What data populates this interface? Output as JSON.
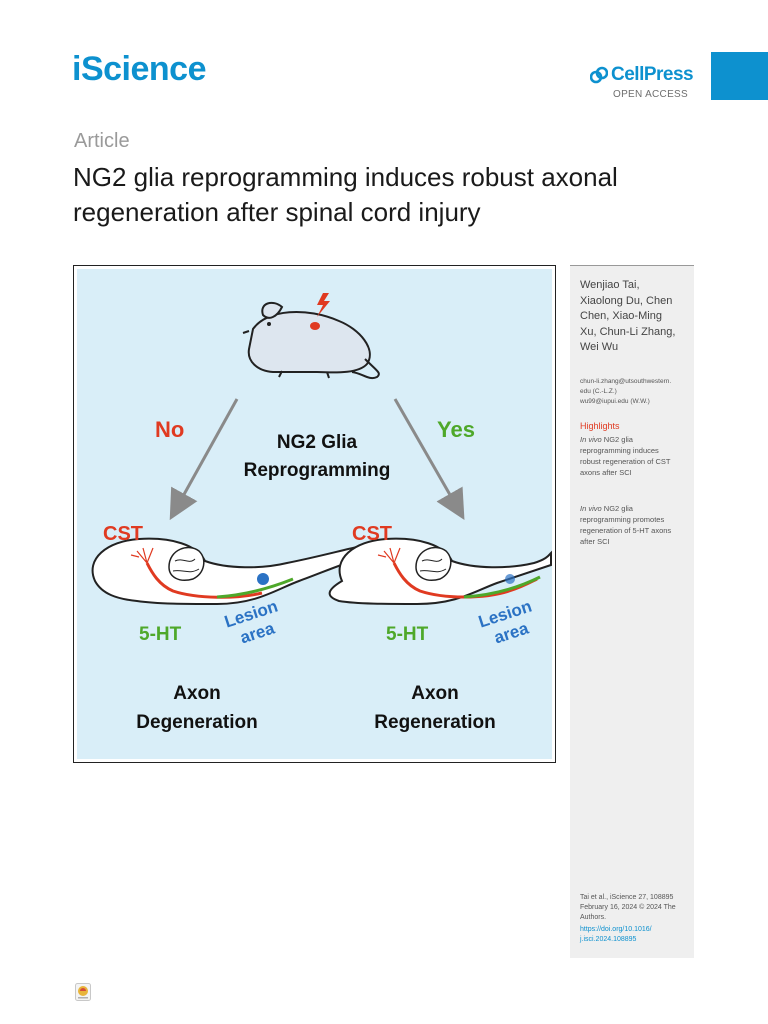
{
  "header": {
    "journal": "iScience",
    "publisher": "CellPress",
    "access": "OPEN ACCESS"
  },
  "article": {
    "type": "Article",
    "title": "NG2 glia reprogramming induces robust axonal regeneration after spinal cord injury"
  },
  "graphical_abstract": {
    "center_label": [
      "NG2 Glia",
      "Reprogramming"
    ],
    "branch_no": "No",
    "branch_yes": "Yes",
    "tract_label": "CST",
    "serotonin_label": "5-HT",
    "lesion_label": [
      "Lesion",
      "area"
    ],
    "left_outcome": [
      "Axon",
      "Degeneration"
    ],
    "right_outcome": [
      "Axon",
      "Regeneration"
    ],
    "colors": {
      "red": "#e03a21",
      "green": "#4ea82a",
      "blue": "#2b72c4",
      "background": "#d9eef8"
    }
  },
  "sidebar": {
    "authors": [
      "Wenjiao Tai,",
      "Xiaolong Du, Chen",
      "Chen, Xiao-Ming",
      "Xu, Chun-Li Zhang,",
      "Wei Wu"
    ],
    "emails": [
      "chun-li.zhang@utsouthwestern.",
      "edu (C.-L.Z.)",
      "wu99@iupui.edu (W.W.)"
    ],
    "highlights_title": "Highlights",
    "highlights": [
      {
        "em": "In vivo",
        "lines": [
          " NG2 glia",
          "reprogramming induces",
          "robust regeneration of CST",
          "axons after SCI"
        ]
      },
      {
        "em": "In vivo",
        "lines": [
          " NG2 glia",
          "reprogramming promotes",
          "regeneration of 5-HT axons",
          "after SCI"
        ]
      }
    ],
    "citation": [
      "Tai et al., iScience 27, 108895",
      "February 16, 2024 © 2024 The",
      "Authors."
    ],
    "doi": [
      "https://doi.org/10.1016/",
      "j.isci.2024.108895"
    ]
  },
  "icons": [
    "cellpress-logo-icon",
    "check-for-updates-icon"
  ]
}
